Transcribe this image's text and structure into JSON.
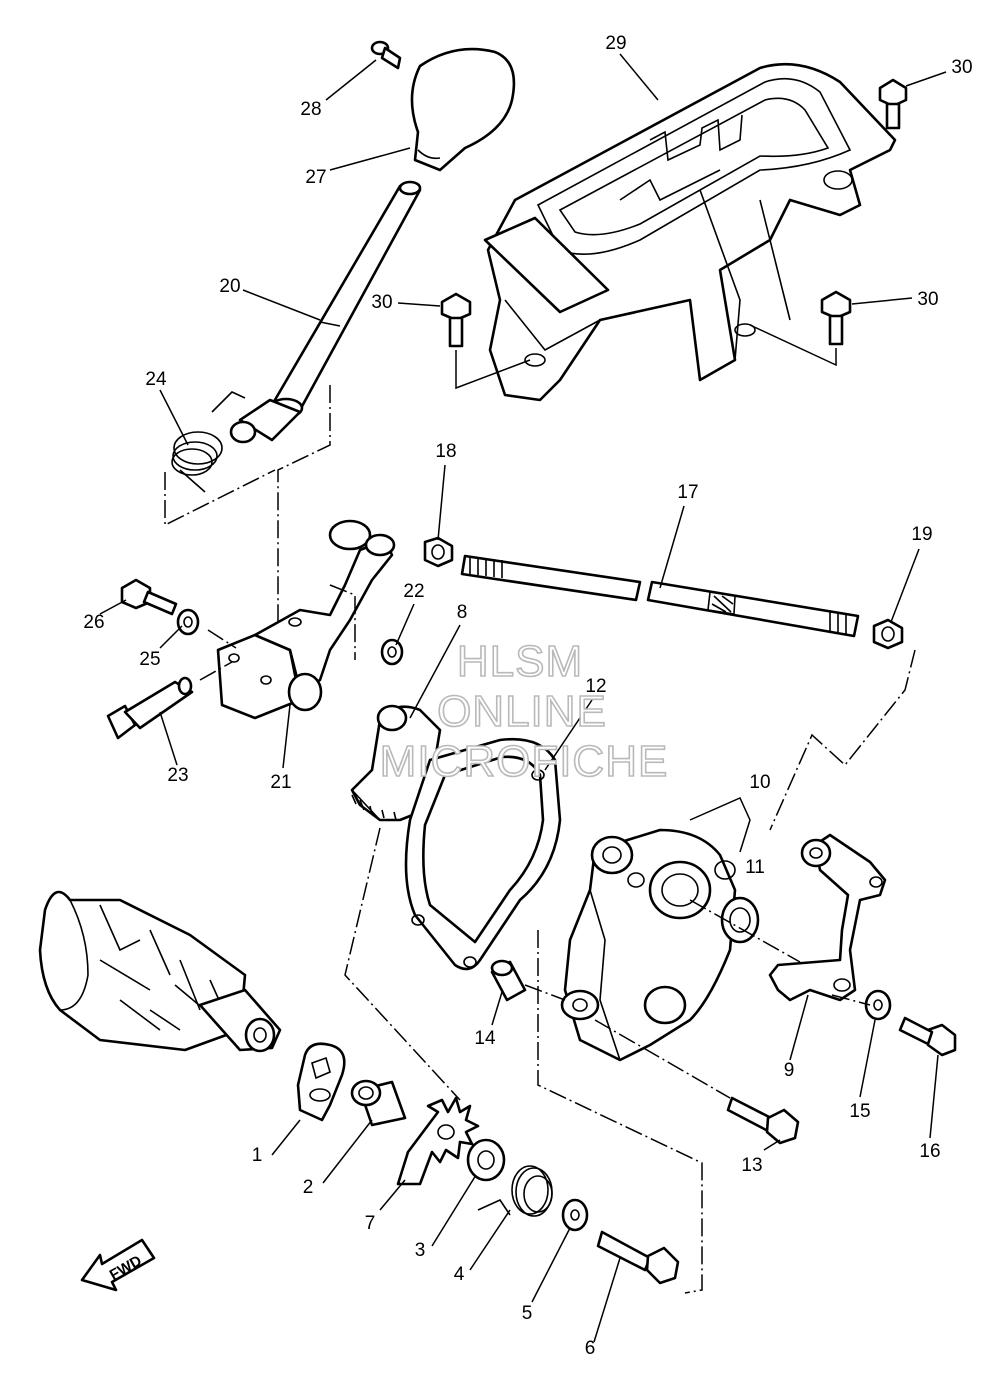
{
  "callouts": [
    {
      "id": "1",
      "label": "1"
    },
    {
      "id": "2",
      "label": "2"
    },
    {
      "id": "3",
      "label": "3"
    },
    {
      "id": "4",
      "label": "4"
    },
    {
      "id": "5",
      "label": "5"
    },
    {
      "id": "6",
      "label": "6"
    },
    {
      "id": "7",
      "label": "7"
    },
    {
      "id": "8",
      "label": "8"
    },
    {
      "id": "9",
      "label": "9"
    },
    {
      "id": "10",
      "label": "10"
    },
    {
      "id": "11",
      "label": "11"
    },
    {
      "id": "12",
      "label": "12"
    },
    {
      "id": "13",
      "label": "13"
    },
    {
      "id": "14",
      "label": "14"
    },
    {
      "id": "15",
      "label": "15"
    },
    {
      "id": "16",
      "label": "16"
    },
    {
      "id": "17",
      "label": "17"
    },
    {
      "id": "18",
      "label": "18"
    },
    {
      "id": "19",
      "label": "19"
    },
    {
      "id": "20",
      "label": "20"
    },
    {
      "id": "21",
      "label": "21"
    },
    {
      "id": "22",
      "label": "22"
    },
    {
      "id": "23",
      "label": "23"
    },
    {
      "id": "24",
      "label": "24"
    },
    {
      "id": "25",
      "label": "25"
    },
    {
      "id": "26",
      "label": "26"
    },
    {
      "id": "27",
      "label": "27"
    },
    {
      "id": "28",
      "label": "28"
    },
    {
      "id": "29",
      "label": "29"
    },
    {
      "id": "30a",
      "label": "30"
    },
    {
      "id": "30b",
      "label": "30"
    },
    {
      "id": "30c",
      "label": "30"
    }
  ],
  "watermark": {
    "line1": "HLSM",
    "line2": "ONLINE",
    "line3": "MICROFICHE"
  },
  "direction_arrow": {
    "label": "FWD"
  },
  "colors": {
    "line": "#000000",
    "background": "#ffffff",
    "watermark": "#b9b9b9"
  }
}
